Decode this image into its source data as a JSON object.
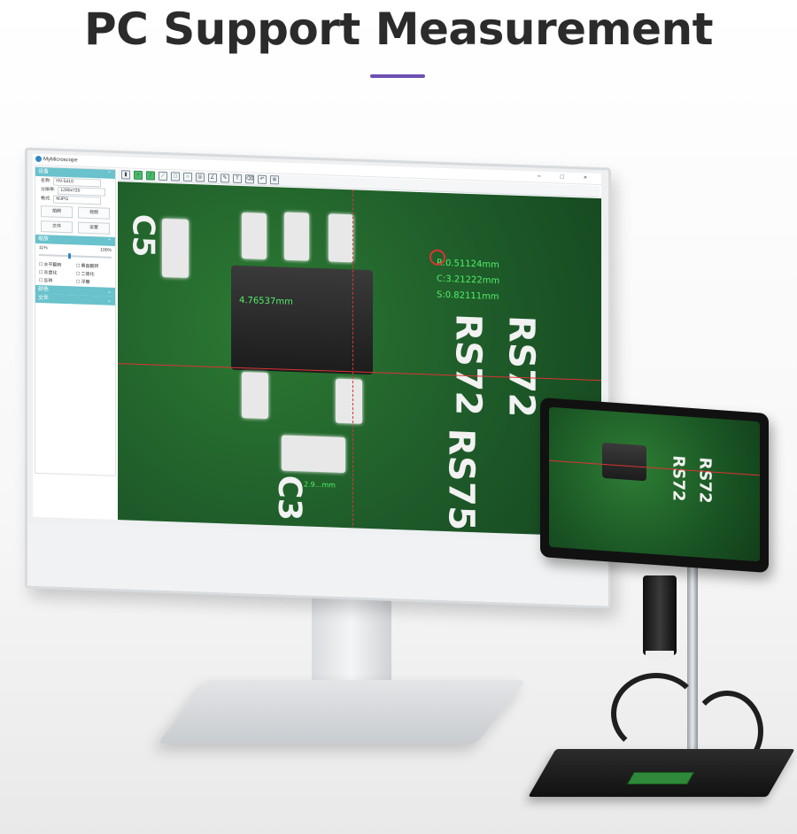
{
  "headline": "PC Support Measurement",
  "app": {
    "title": "MyMicroscope",
    "window_controls": "– □ ×",
    "sidebar": {
      "device_section": "设备",
      "name_label": "名称:",
      "name_value": "HV-5410",
      "resolution_label": "分辨率:",
      "resolution_value": "1280x720",
      "format_label": "格式:",
      "format_value": "MJPG",
      "buttons": [
        "拍照",
        "视频",
        "文件",
        "设置"
      ],
      "zoom_section": "缩放",
      "zoom_min": "11%",
      "zoom_max": "100%",
      "checkboxes": [
        "水平翻转",
        "垂直翻转",
        "灰度化",
        "二值化",
        "反转",
        "浮雕"
      ],
      "color_section": "颜色",
      "file_section": "文件"
    },
    "measurements": {
      "r": "R:0.51124mm",
      "c": "C:3.21222mm",
      "s": "S:0.82111mm",
      "length1": "4.76537mm",
      "length2": "2.9...mm"
    }
  },
  "colors": {
    "accent_bar": "#6b4fb3",
    "section_header": "#69c2cc",
    "measure_text": "#53f06a",
    "crosshair": "#dd3333"
  }
}
